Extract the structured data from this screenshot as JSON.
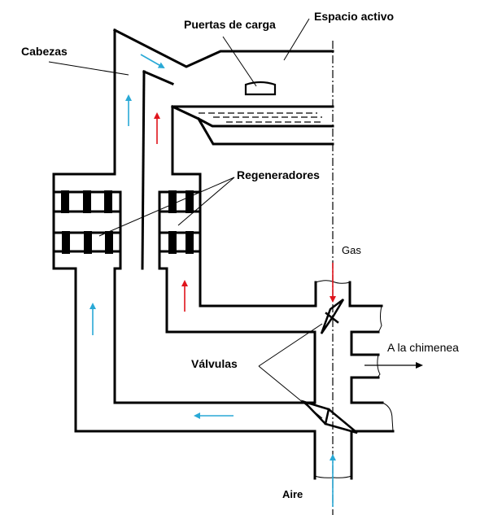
{
  "title": "Horno de regeneración (Siemens-Martin)",
  "labels": {
    "cabezas": "Cabezas",
    "puertas_de_carga": "Puertas de carga",
    "espacio_activo": "Espacio activo",
    "regeneradores": "Regeneradores",
    "gas": "Gas",
    "a_la_chimenea": "A la chimenea",
    "valvulas": "Válvulas",
    "aire": "Aire"
  },
  "flow_colors": {
    "air": "#29a9d6",
    "gas": "#e0141c",
    "exhaust": "#000000"
  },
  "flows": [
    {
      "name": "air-flow-arrow-head-diagonal",
      "medium": "air",
      "direction": "down-right"
    },
    {
      "name": "air-flow-arrow-left-riser",
      "medium": "air",
      "direction": "up"
    },
    {
      "name": "gas-flow-arrow-right-riser",
      "medium": "gas",
      "direction": "up"
    },
    {
      "name": "gas-flow-arrow-lower-duct",
      "medium": "gas",
      "direction": "up"
    },
    {
      "name": "air-flow-arrow-outer-duct",
      "medium": "air",
      "direction": "up"
    },
    {
      "name": "air-flow-arrow-bottom-duct",
      "medium": "air",
      "direction": "left"
    },
    {
      "name": "gas-inlet-arrow",
      "medium": "gas",
      "direction": "down"
    },
    {
      "name": "air-inlet-arrow",
      "medium": "air",
      "direction": "up"
    },
    {
      "name": "chimney-outlet-arrow",
      "medium": "exhaust",
      "direction": "right"
    }
  ]
}
